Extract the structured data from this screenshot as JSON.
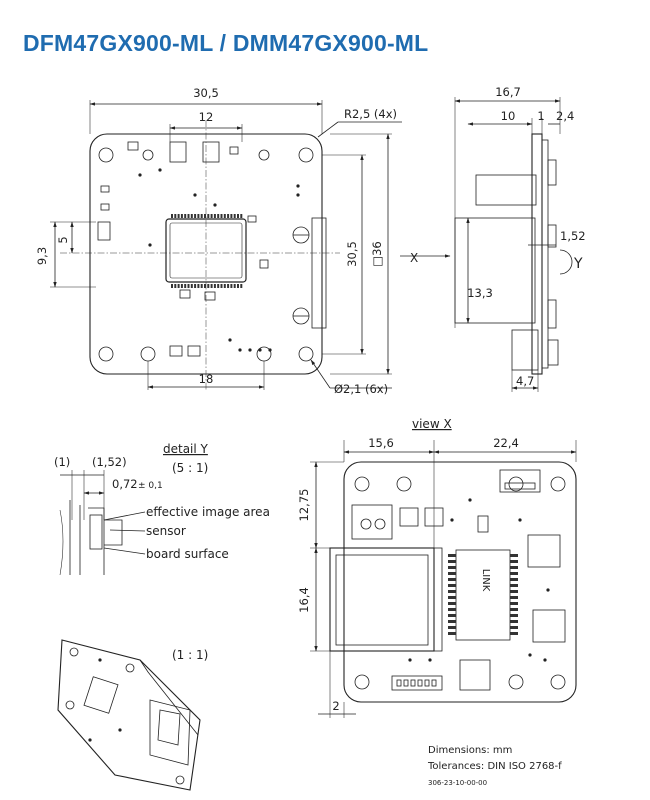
{
  "title": "DFM47GX900-ML / DMM47GX900-ML",
  "front_view": {
    "width": "30,5",
    "upper_width": "12",
    "corner_radius": "R2,5 (4x)",
    "left_offset_a": "9,3",
    "left_offset_b": "5",
    "height": "30,5",
    "square": "□36",
    "hole_spacing": "18",
    "hole_diameter": "Ø2,1 (6x)"
  },
  "side_view": {
    "total_width": "16,7",
    "width_10": "10",
    "width_1": "1",
    "width_2_4": "2,4",
    "sensor_offset": "1,52",
    "height_13_3": "13,3",
    "thickness": "4,7",
    "arrow_x": "X",
    "arrow_y": "Y"
  },
  "view_x": {
    "title": "view X",
    "width_left": "15,6",
    "width_right": "22,4",
    "height_upper": "12,75",
    "height_lower": "16,4",
    "edge": "2",
    "chip_text": "LINK"
  },
  "detail": {
    "title": "detail Y",
    "scale": "(5 : 1)",
    "dim_1": "(1)",
    "dim_1_52": "(1,52)",
    "dim_0_72": "0,72",
    "tolerance": "± 0,1",
    "label_image_area": "effective image area",
    "label_sensor": "sensor",
    "label_board": "board surface"
  },
  "iso": {
    "scale": "(1 : 1)"
  },
  "notes": {
    "dimensions": "Dimensions: mm",
    "tolerances": "Tolerances: DIN ISO 2768-f",
    "doc_number": "306-23-10-00-00"
  },
  "colors": {
    "title": "#1f6cb0",
    "lines": "#222222"
  }
}
